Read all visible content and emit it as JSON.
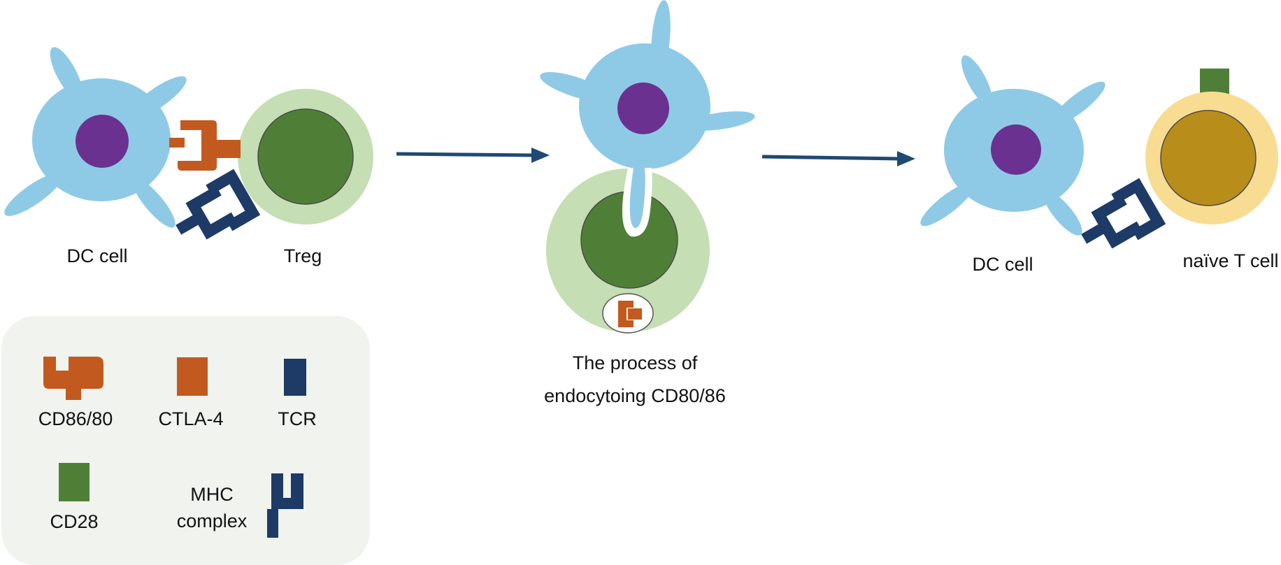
{
  "colors": {
    "dc_body": "#8ecae6",
    "nucleus": "#6a3191",
    "treg_outer": "#c5deb4",
    "treg_inner": "#4f7f37",
    "naive_outer": "#f8dc92",
    "naive_inner": "#b88d1a",
    "ctla4": "#c25a1f",
    "tcr_mhc": "#1e3a66",
    "cd28": "#4f7f37",
    "arrow": "#1e4a73",
    "legend_bg": "#f0f3ee"
  },
  "panels": {
    "left": {
      "dc_label": "DC cell",
      "treg_label": "Treg"
    },
    "middle": {
      "caption_line1": "The process of",
      "caption_line2": "endocytoing CD80/86"
    },
    "right": {
      "dc_label": "DC cell",
      "naive_label": "naïve T cell"
    }
  },
  "legend": {
    "cd86_80": {
      "label": "CD86/80",
      "icon": "cd86-80-icon"
    },
    "ctla4": {
      "label": "CTLA-4",
      "icon": "ctla4-icon"
    },
    "tcr": {
      "label": "TCR",
      "icon": "tcr-icon"
    },
    "cd28": {
      "label": "CD28",
      "icon": "cd28-icon"
    },
    "mhc": {
      "label_line1": "MHC",
      "label_line2": "complex",
      "icon": "mhc-complex-icon"
    }
  }
}
